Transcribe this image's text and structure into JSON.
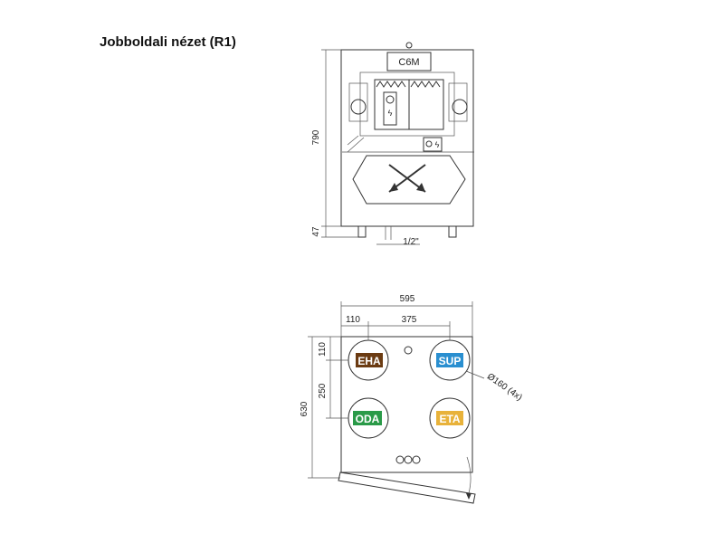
{
  "title": "Jobboldali nézet (R1)",
  "top_view": {
    "unit_label": "C6M",
    "dim_height": "790",
    "dim_feet": "47",
    "dim_drain": "1/2\""
  },
  "bottom_view": {
    "dim_width": "595",
    "dim_left_offset": "110",
    "dim_port_spacing": "375",
    "dim_top_offset": "110",
    "dim_port_vertical": "250",
    "dim_depth": "630",
    "dim_diameter": "Ø160 (4x)",
    "ports": [
      {
        "label": "EHA",
        "color": "#6b3b12"
      },
      {
        "label": "SUP",
        "color": "#2a8fd0"
      },
      {
        "label": "ODA",
        "color": "#2a9a48"
      },
      {
        "label": "ETA",
        "color": "#e8b23a"
      }
    ]
  }
}
